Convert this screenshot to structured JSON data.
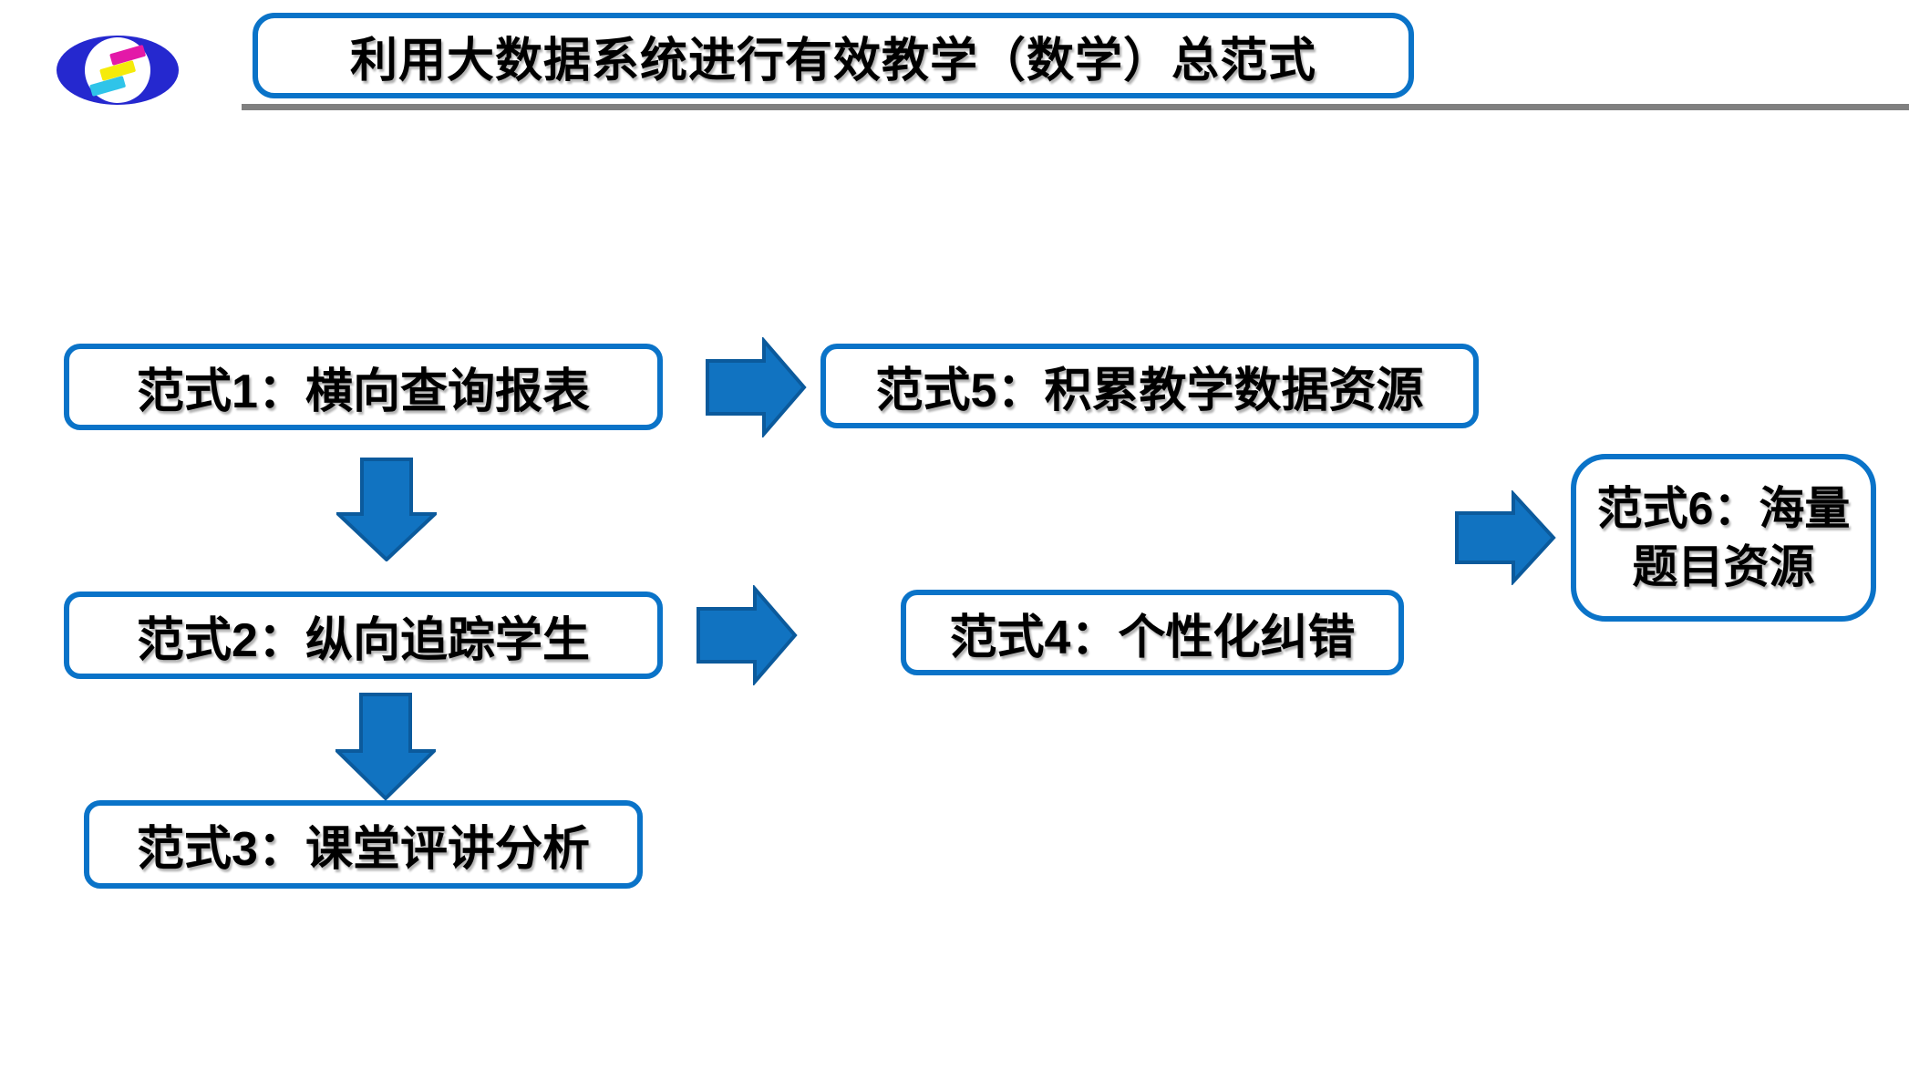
{
  "header": {
    "title": "利用大数据系统进行有效教学（数学）总范式",
    "logo_icon": "blue-ellipse-with-magenta-yellow-cyan-ribbons"
  },
  "colors": {
    "node_border": "#0A73C8",
    "arrow_fill": "#1173C1",
    "arrow_stroke": "#0B5A9C",
    "divider_gray": "#808080",
    "text": "#000000",
    "logo_blue": "#2528CF",
    "logo_magenta": "#E319A8",
    "logo_yellow": "#F5EB0A",
    "logo_cyan": "#2FC4E9",
    "background": "#FFFFFF"
  },
  "diagram": {
    "nodes": [
      {
        "label": "范式1：横向查询报表"
      },
      {
        "label": "范式2：纵向追踪学生"
      },
      {
        "label": "范式3：课堂评讲分析"
      },
      {
        "label": "范式4：个性化纠错"
      },
      {
        "label": "范式5：积累教学数据资源"
      },
      {
        "label": "范式6：海量题目资源"
      }
    ],
    "arrows": [
      {
        "type": "right",
        "connects": "范式1 → 范式5"
      },
      {
        "type": "down",
        "connects": "范式1 → 范式2"
      },
      {
        "type": "right",
        "connects": "范式2 → 范式4"
      },
      {
        "type": "down",
        "connects": "范式2 → 范式3"
      },
      {
        "type": "right",
        "connects": "→ 范式6"
      }
    ]
  }
}
